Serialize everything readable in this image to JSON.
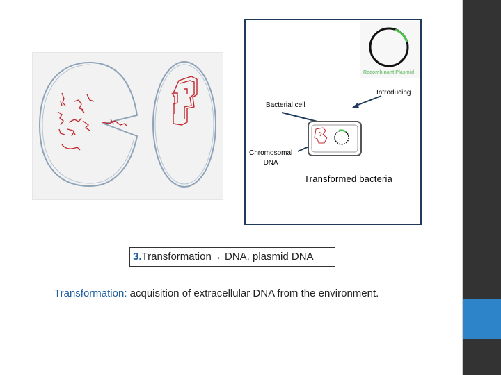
{
  "slide": {
    "plasmid_label": "Recombinant Plasmid",
    "introducing_label": "Introducing",
    "bacterial_cell_label": "Bacterial cell",
    "chromosomal_label_line1": "Chromosomal",
    "chromosomal_label_line2": "DNA",
    "transformed_label": "Transformed bacteria",
    "caption": {
      "number": "3.",
      "term": "Transformation",
      "arrow": "→",
      "rest": " DNA, plasmid DNA"
    },
    "definition": {
      "term": "Transformation:",
      "text": " acquisition of extracellular DNA from the environment."
    }
  },
  "colors": {
    "sidebar": "#333333",
    "sidebar_accent": "#2e84c9",
    "frame": "#1f3a5a",
    "plasmid_insert": "#4cc24c",
    "dna_red": "#c0282e",
    "cell_outline": "#8fa3b8"
  },
  "icons": [
    "arrow-right-icon"
  ]
}
